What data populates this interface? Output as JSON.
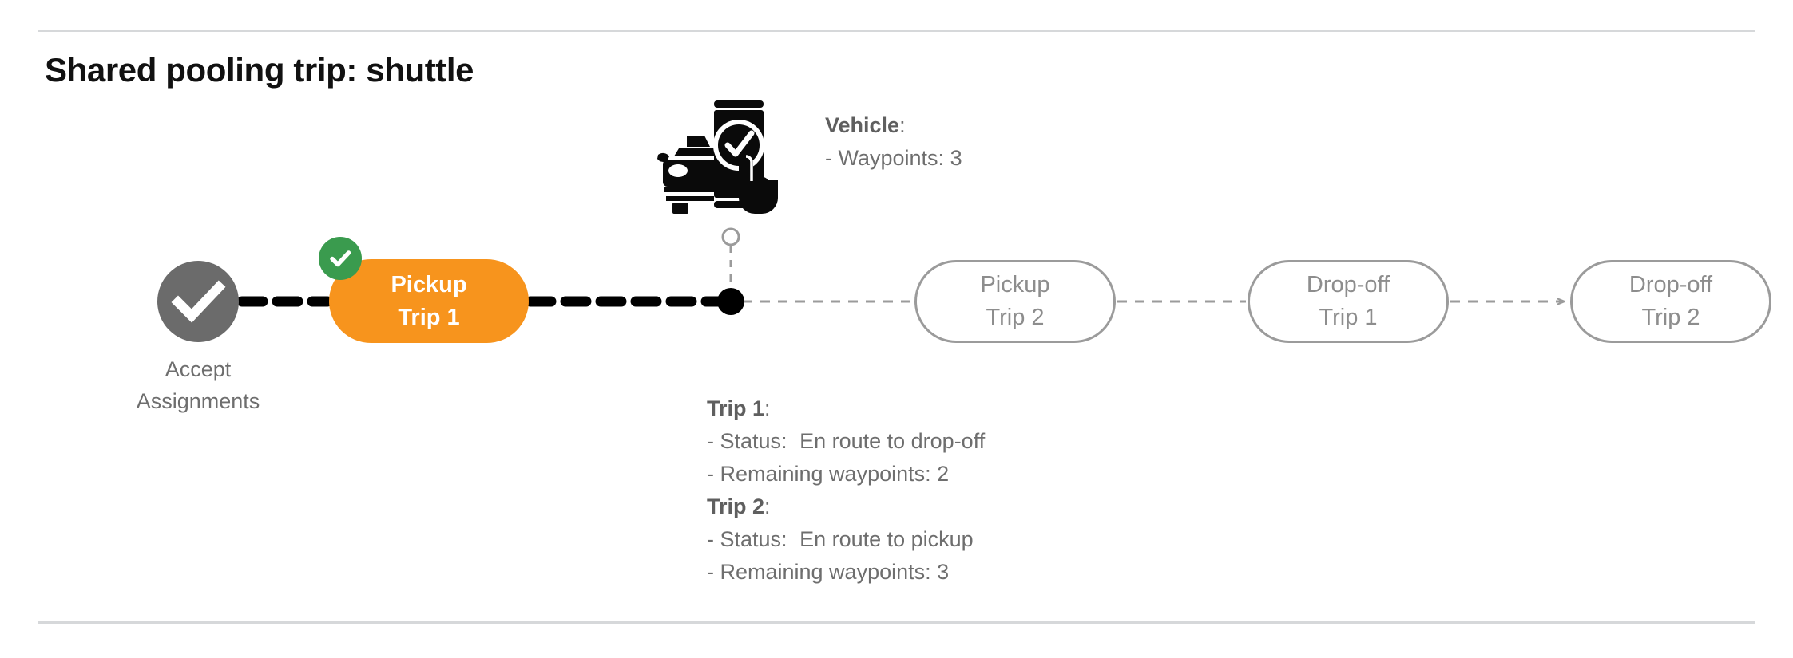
{
  "page": {
    "title": "Shared pooling trip: shuttle",
    "background": "#ffffff"
  },
  "colors": {
    "active_pill": "#f7941d",
    "pending_pill_border": "#9b9b9b",
    "pending_pill_text": "#8d8d8d",
    "accept_node": "#6b6b6b",
    "check_badge": "#3a9b4e",
    "active_connector": "#000000",
    "pending_connector": "#9b9b9b",
    "text_muted": "#6e6e6e",
    "rule": "#d6d8da"
  },
  "timeline": {
    "start_node": {
      "icon": "check-circle-icon",
      "label_line_1": "Accept",
      "label_line_2": "Assignments",
      "state": "completed"
    },
    "nodes": [
      {
        "id": "pickup-trip-1",
        "line_1": "Pickup",
        "line_2": "Trip 1",
        "state": "completed",
        "badge": "green-check-badge"
      },
      {
        "id": "pickup-trip-2",
        "line_1": "Pickup",
        "line_2": "Trip 2",
        "state": "pending",
        "badge": null
      },
      {
        "id": "dropoff-trip-1",
        "line_1": "Drop-off",
        "line_2": "Trip 1",
        "state": "pending",
        "badge": null
      },
      {
        "id": "dropoff-trip-2",
        "line_1": "Drop-off",
        "line_2": "Trip 2",
        "state": "pending",
        "badge": null
      }
    ],
    "vehicle_marker": {
      "icon": "vehicle-phone-check-icon",
      "marker": "current-position-dot"
    }
  },
  "vehicle_annotation": {
    "heading": "Vehicle",
    "heading_suffix": ":",
    "waypoints_label": "- Waypoints:",
    "waypoints_value": "3"
  },
  "trip_annotation": {
    "trip1": {
      "heading": "Trip 1",
      "heading_suffix": ":",
      "status_label": "- Status:",
      "status_value": "En route to drop-off",
      "waypoints_label": "- Remaining waypoints:",
      "waypoints_value": "2"
    },
    "trip2": {
      "heading": "Trip 2",
      "heading_suffix": ":",
      "status_label": "- Status:",
      "status_value": "En route to pickup",
      "waypoints_label": "- Remaining waypoints:",
      "waypoints_value": "3"
    }
  }
}
